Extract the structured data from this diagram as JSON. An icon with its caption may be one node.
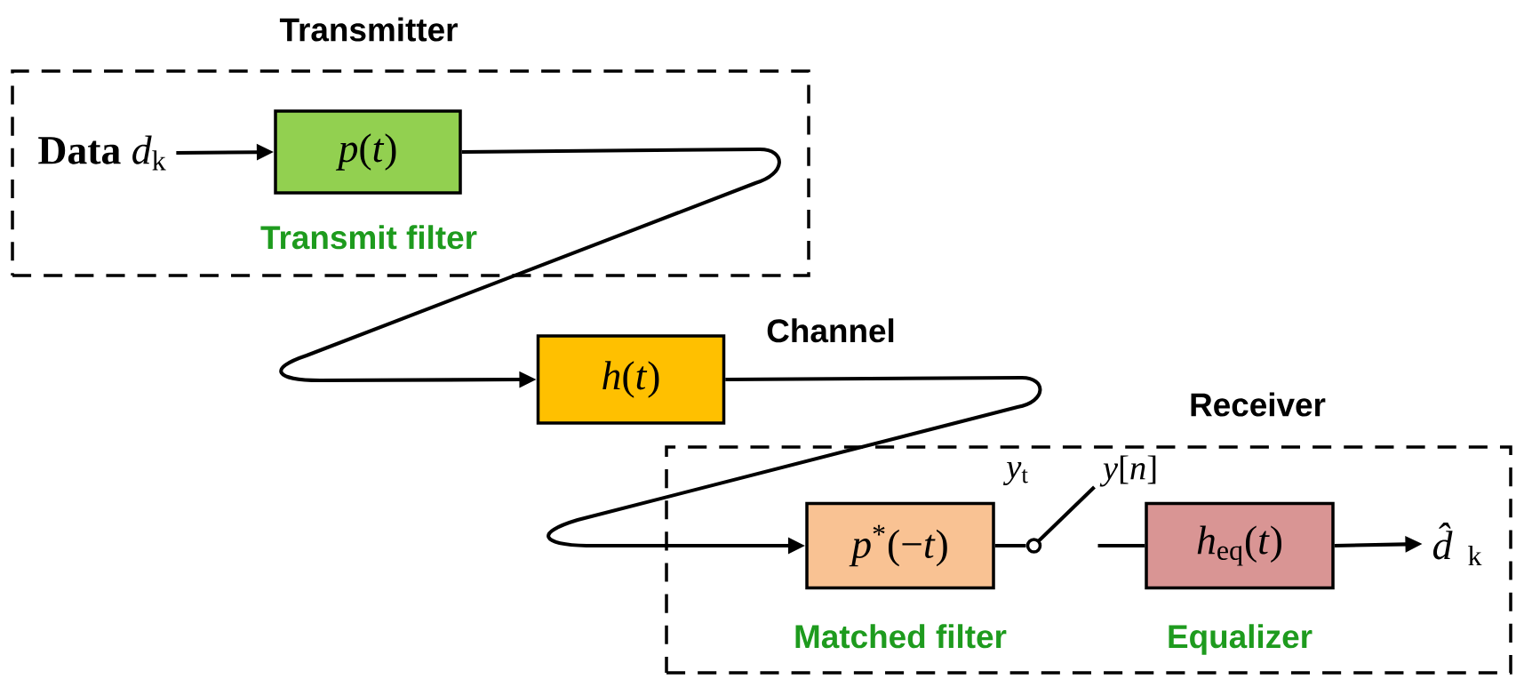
{
  "diagram": {
    "nodes": [
      {
        "text": [
          "Transmitter"
        ]
      },
      {
        "text": [
          "**Data** *d*$_{k}$"
        ],
        "in": 0
      },
      {
        "text": [
          "*p*(*t*)"
        ],
        "in": 0,
        "beside": [
          "Transmit filter"
        ]
      },
      {
        "text": [
          "*h*(*t*)"
        ],
        "beside": [
          "Channel"
        ]
      },
      {
        "text": [
          "Receiver"
        ]
      },
      {
        "text": [
          "*p*$^{*}$(−*t*)"
        ],
        "in": 4,
        "beside": [
          "Matched filter"
        ]
      },
      {
        "text": [],
        "shape": "switch",
        "in": 4
      },
      {
        "text": [
          "*h*$_{eq}$(*t*)"
        ],
        "in": 4,
        "beside": [
          "Equalizer"
        ]
      },
      {
        "text": [
          "*d̂*$_{k}$"
        ],
        "in": 4
      }
    ],
    "edges": [
      {
        "from": 1,
        "to": 2,
        "arrow": "to"
      },
      {
        "from": 2,
        "to": 3,
        "arrow": "to"
      },
      {
        "from": 3,
        "to": 5,
        "arrow": "to"
      },
      {
        "from": 5,
        "to": 6,
        "arrow": "none"
      },
      {
        "from": 6,
        "to": 7,
        "arrow": "none"
      },
      {
        "from": 7,
        "to": 8,
        "arrow": "to"
      }
    ],
    "labels": [
      "*y*$_{t}$",
      "*y*[*n*]"
    ]
  }
}
